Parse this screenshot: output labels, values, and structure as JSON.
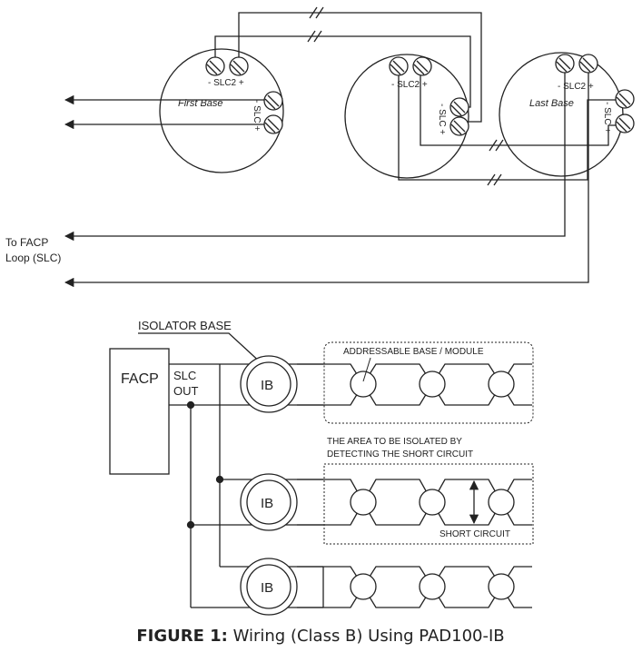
{
  "top": {
    "terminal_label": "- SLC2 +",
    "slc_label": "- SLC +",
    "first_base": "First Base",
    "last_base": "Last Base",
    "to_facp_line1": "To FACP",
    "to_facp_line2": "Loop (SLC)"
  },
  "bottom": {
    "isolator_base": "ISOLATOR BASE",
    "facp": "FACP",
    "slc": "SLC",
    "out": "OUT",
    "ib": "IB",
    "addressable": "ADDRESSABLE BASE / MODULE",
    "area_line1": "THE AREA TO BE ISOLATED BY",
    "area_line2": "DETECTING THE SHORT CIRCUIT",
    "short_circuit": "SHORT CIRCUIT"
  },
  "caption": {
    "bold": "FIGURE 1:",
    "text": " Wiring (Class B) Using PAD100-IB"
  }
}
